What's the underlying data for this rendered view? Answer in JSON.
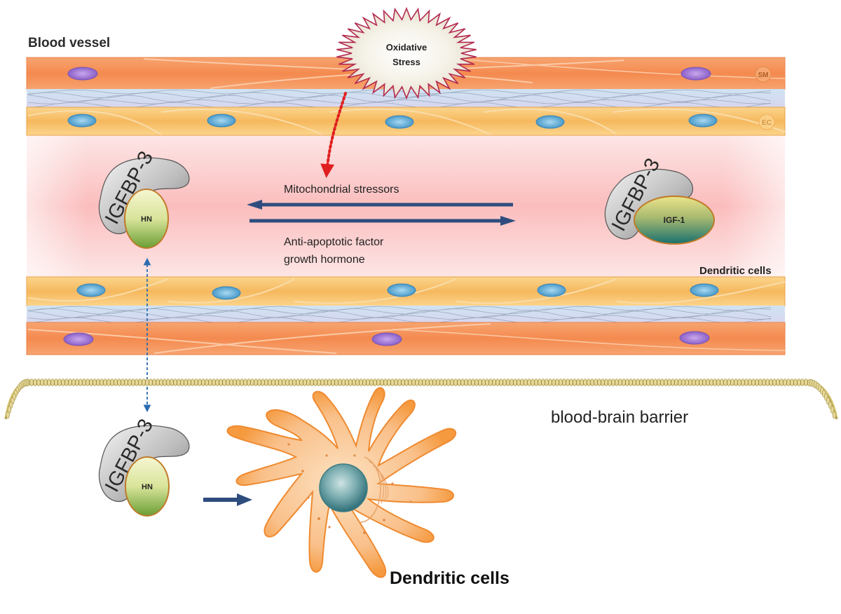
{
  "labels": {
    "blood_vessel": "Blood vessel",
    "oxidative_line1": "Oxidative",
    "oxidative_line2": "Stress",
    "sm": "SM",
    "ec": "EC",
    "mito_stressors": "Mitochondrial stressors",
    "anti_apoptotic_line1": "Anti-apoptotic factor",
    "anti_apoptotic_line2": "growth hormone",
    "dendritic_small": "Dendritic cells",
    "bbb": "blood-brain barrier",
    "dendritic_large": "Dendritic cells"
  },
  "complexes": {
    "left_top": {
      "binder": "IGFBP-3",
      "partner": "HN"
    },
    "right": {
      "binder": "IGFBP-3",
      "partner": "IGF-1"
    },
    "left_bottom": {
      "binder": "IGFBP-3",
      "partner": "HN"
    }
  },
  "colors": {
    "smooth_muscle": "#f5945c",
    "endothelial": "#f9c06a",
    "lumen_edge": "#fde3e3",
    "lumen_center": "#fbb8b8",
    "arrow_blue": "#2e4d7e",
    "oxidative_red": "#e02020",
    "star_border": "#b2294f",
    "dendritic_body": "#f8b46a",
    "nucleus": "#5c9aa0",
    "hn_top": "#f4f4cc",
    "hn_bottom": "#77a63b",
    "igf1_top": "#e6e085",
    "igf1_bottom": "#1e7a78",
    "igfbp_grey": "#9a9a9a",
    "bbb_gold": "#c8b45a"
  },
  "icons": [
    "oxidative-stress-starburst",
    "dendritic-cell",
    "blood-brain-barrier-membrane",
    "mitochondrial-stressor-arrow",
    "growth-factor-arrow"
  ]
}
